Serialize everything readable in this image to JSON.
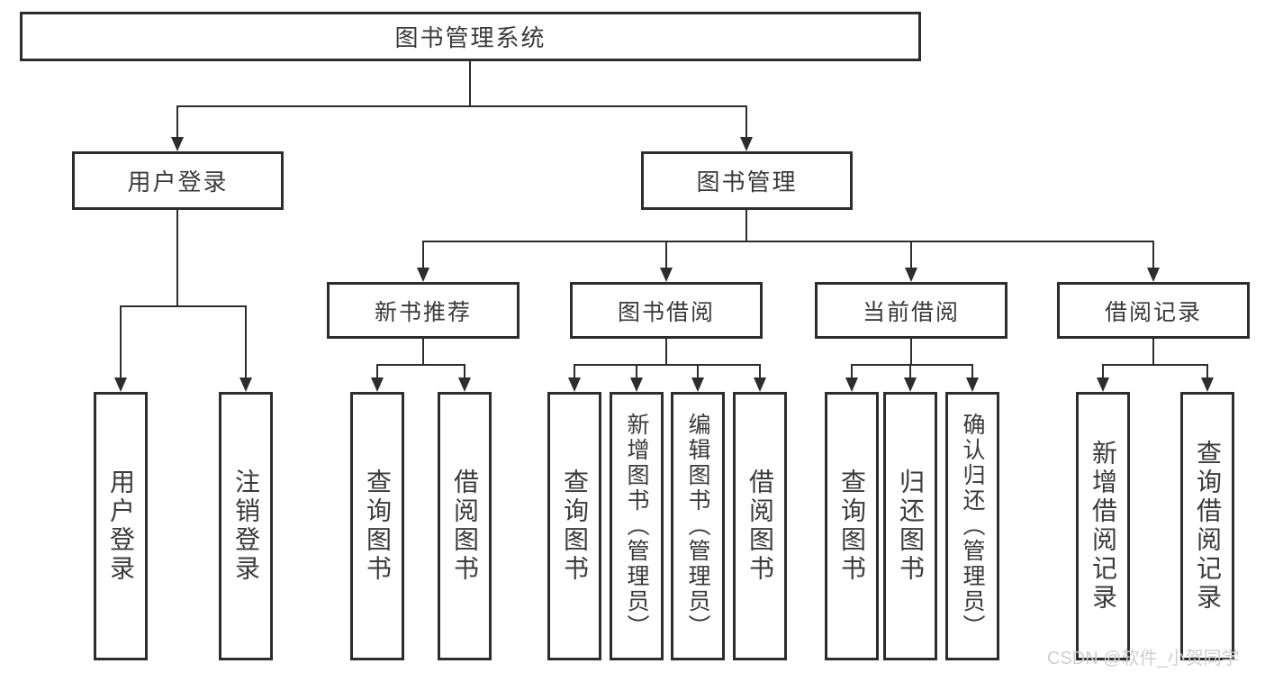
{
  "diagram": {
    "type": "hierarchy-chart",
    "root": {
      "label": "图书管理系统"
    },
    "branches": {
      "user_login": {
        "label": "用户登录",
        "children": {
          "login": {
            "label": "用户登录"
          },
          "logout": {
            "label": "注销登录"
          }
        }
      },
      "book_management": {
        "label": "图书管理",
        "sections": {
          "new_book_recommend": {
            "label": "新书推荐",
            "children": {
              "query_books": {
                "label": "查询图书"
              },
              "borrow_books": {
                "label": "借阅图书"
              }
            }
          },
          "book_borrowing": {
            "label": "图书借阅",
            "children": {
              "query_books": {
                "label": "查询图书"
              },
              "add_books": {
                "label": "新增图书（管理员）"
              },
              "edit_books": {
                "label": "编辑图书（管理员）"
              },
              "borrow_books": {
                "label": "借阅图书"
              }
            }
          },
          "current_borrowing": {
            "label": "当前借阅",
            "children": {
              "query_books": {
                "label": "查询图书"
              },
              "return_books": {
                "label": "归还图书"
              },
              "confirm_return": {
                "label": "确认归还（管理员）"
              }
            }
          },
          "borrowing_records": {
            "label": "借阅记录",
            "children": {
              "add_record": {
                "label": "新增借阅记录"
              },
              "query_record": {
                "label": "查询借阅记录"
              }
            }
          }
        }
      }
    },
    "watermark": {
      "label": "CSDN @软件_小贺同学"
    },
    "colors": {
      "line": "#2d2d2d",
      "text": "#3a3a3a",
      "box_background": "#ffffff",
      "page_background": "#ffffff",
      "watermark_text": "#cfcfcf"
    }
  }
}
